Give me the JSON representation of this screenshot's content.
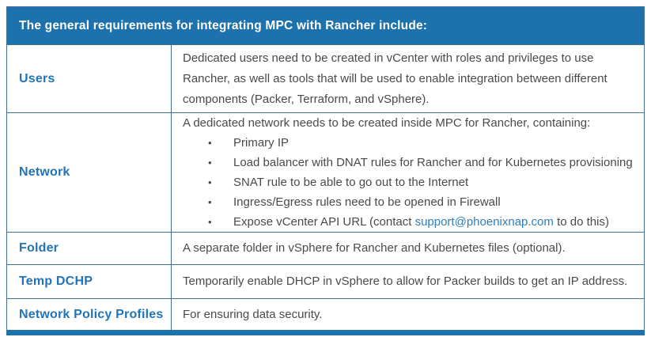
{
  "header": {
    "title": "The general requirements for integrating MPC with Rancher include:"
  },
  "colors": {
    "header_bg": "#1d71ad",
    "label_text": "#2273b8",
    "body_text": "#4a4a4a",
    "border": "#3f6f99",
    "link": "#2f7dbf",
    "bottom_bar": "#1d71ad"
  },
  "rows": [
    {
      "label": "Users",
      "description": "Dedicated users need to be created in vCenter with roles and privileges to use Rancher, as well as tools that will be used to enable integration between different components (Packer, Terraform, and vSphere)."
    },
    {
      "label": "Network",
      "intro": "A dedicated network needs to be created inside MPC for Rancher, containing:",
      "bullets": [
        "Primary IP",
        "Load balancer with DNAT rules for Rancher and for Kubernetes provisioning",
        "SNAT rule to be able to go out to the Internet",
        "Ingress/Egress rules need to be opened in Firewall"
      ],
      "last_bullet": {
        "prefix": "Expose vCenter API URL (contact ",
        "link": "support@phoenixnap.com",
        "suffix": " to do this)"
      }
    },
    {
      "label": "Folder",
      "description": "A separate folder in vSphere for Rancher and Kubernetes files (optional)."
    },
    {
      "label": "Temp DCHP",
      "description": "Temporarily enable DHCP in vSphere to allow for Packer builds to get an IP address."
    },
    {
      "label": "Network Policy Profiles",
      "description": "For ensuring data security."
    }
  ]
}
